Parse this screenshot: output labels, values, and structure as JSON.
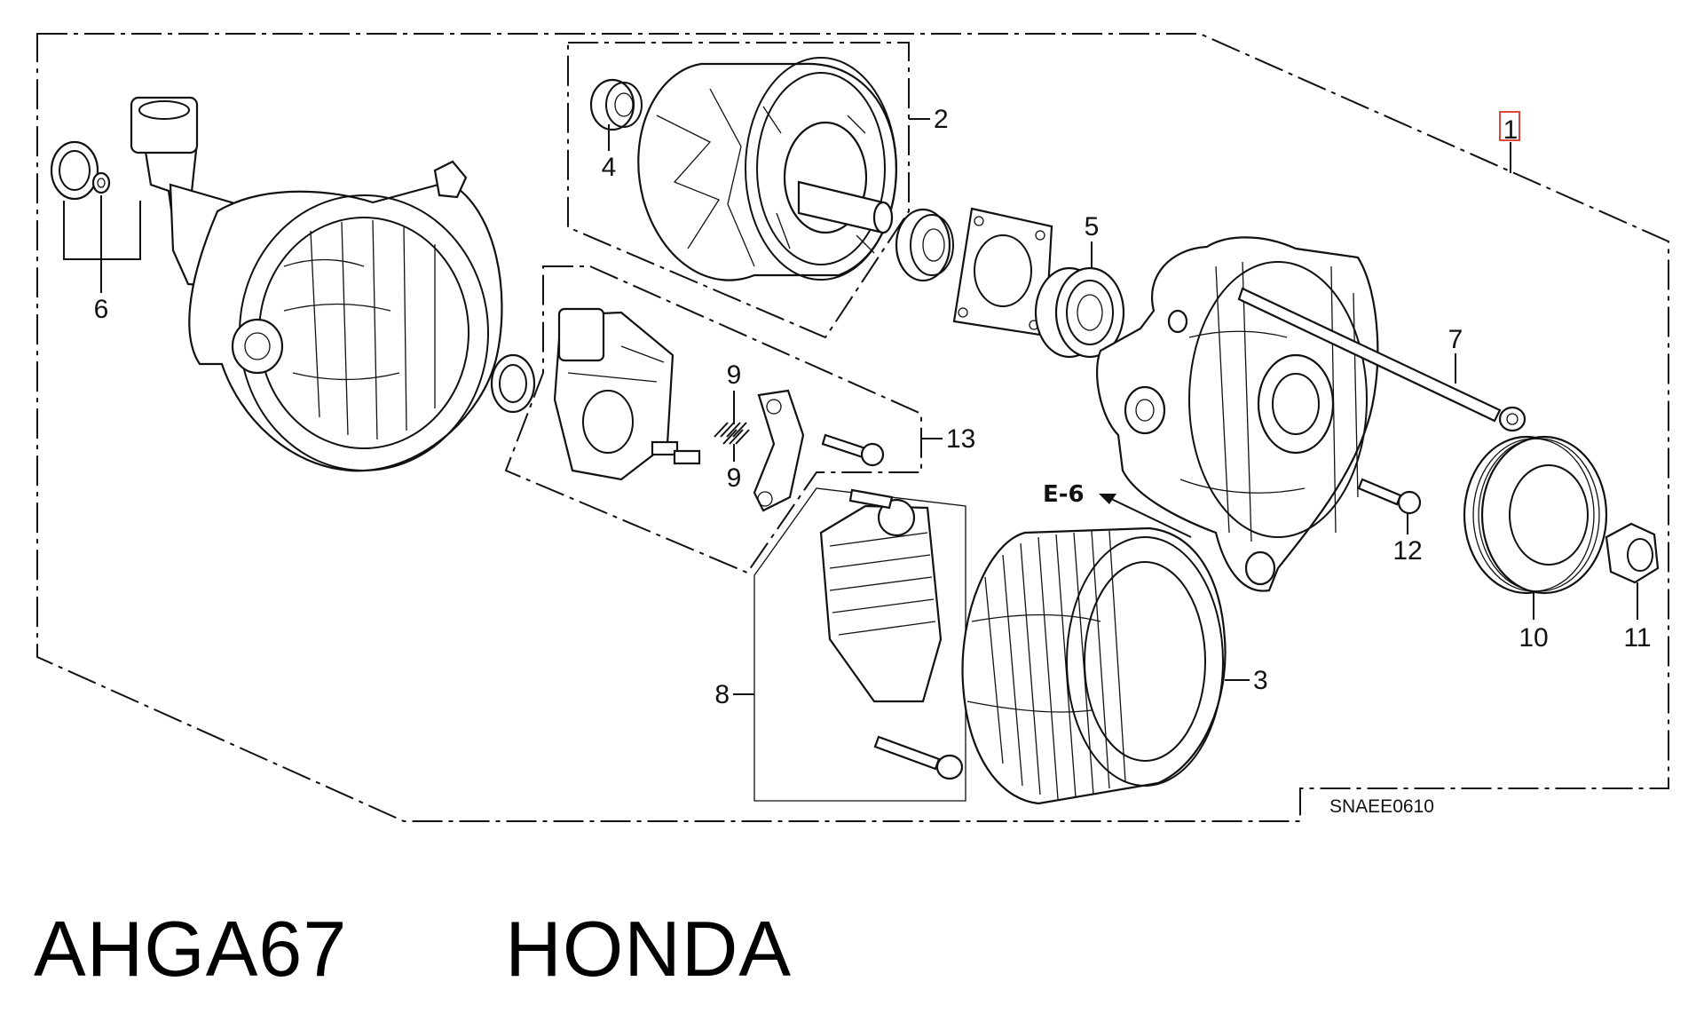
{
  "diagram": {
    "callouts": {
      "c1": "1",
      "c2": "2",
      "c3": "3",
      "c4": "4",
      "c5": "5",
      "c6": "6",
      "c7": "7",
      "c8": "8",
      "c9a": "9",
      "c9b": "9",
      "c10": "10",
      "c11": "11",
      "c12": "12",
      "c13": "13"
    },
    "reference": "E-6",
    "drawing_code": "SNAEE0610"
  },
  "caption": "AHGA67  HONDA",
  "colors": {
    "line": "#111111",
    "highlight_box": "#e0463e",
    "background": "#ffffff"
  }
}
